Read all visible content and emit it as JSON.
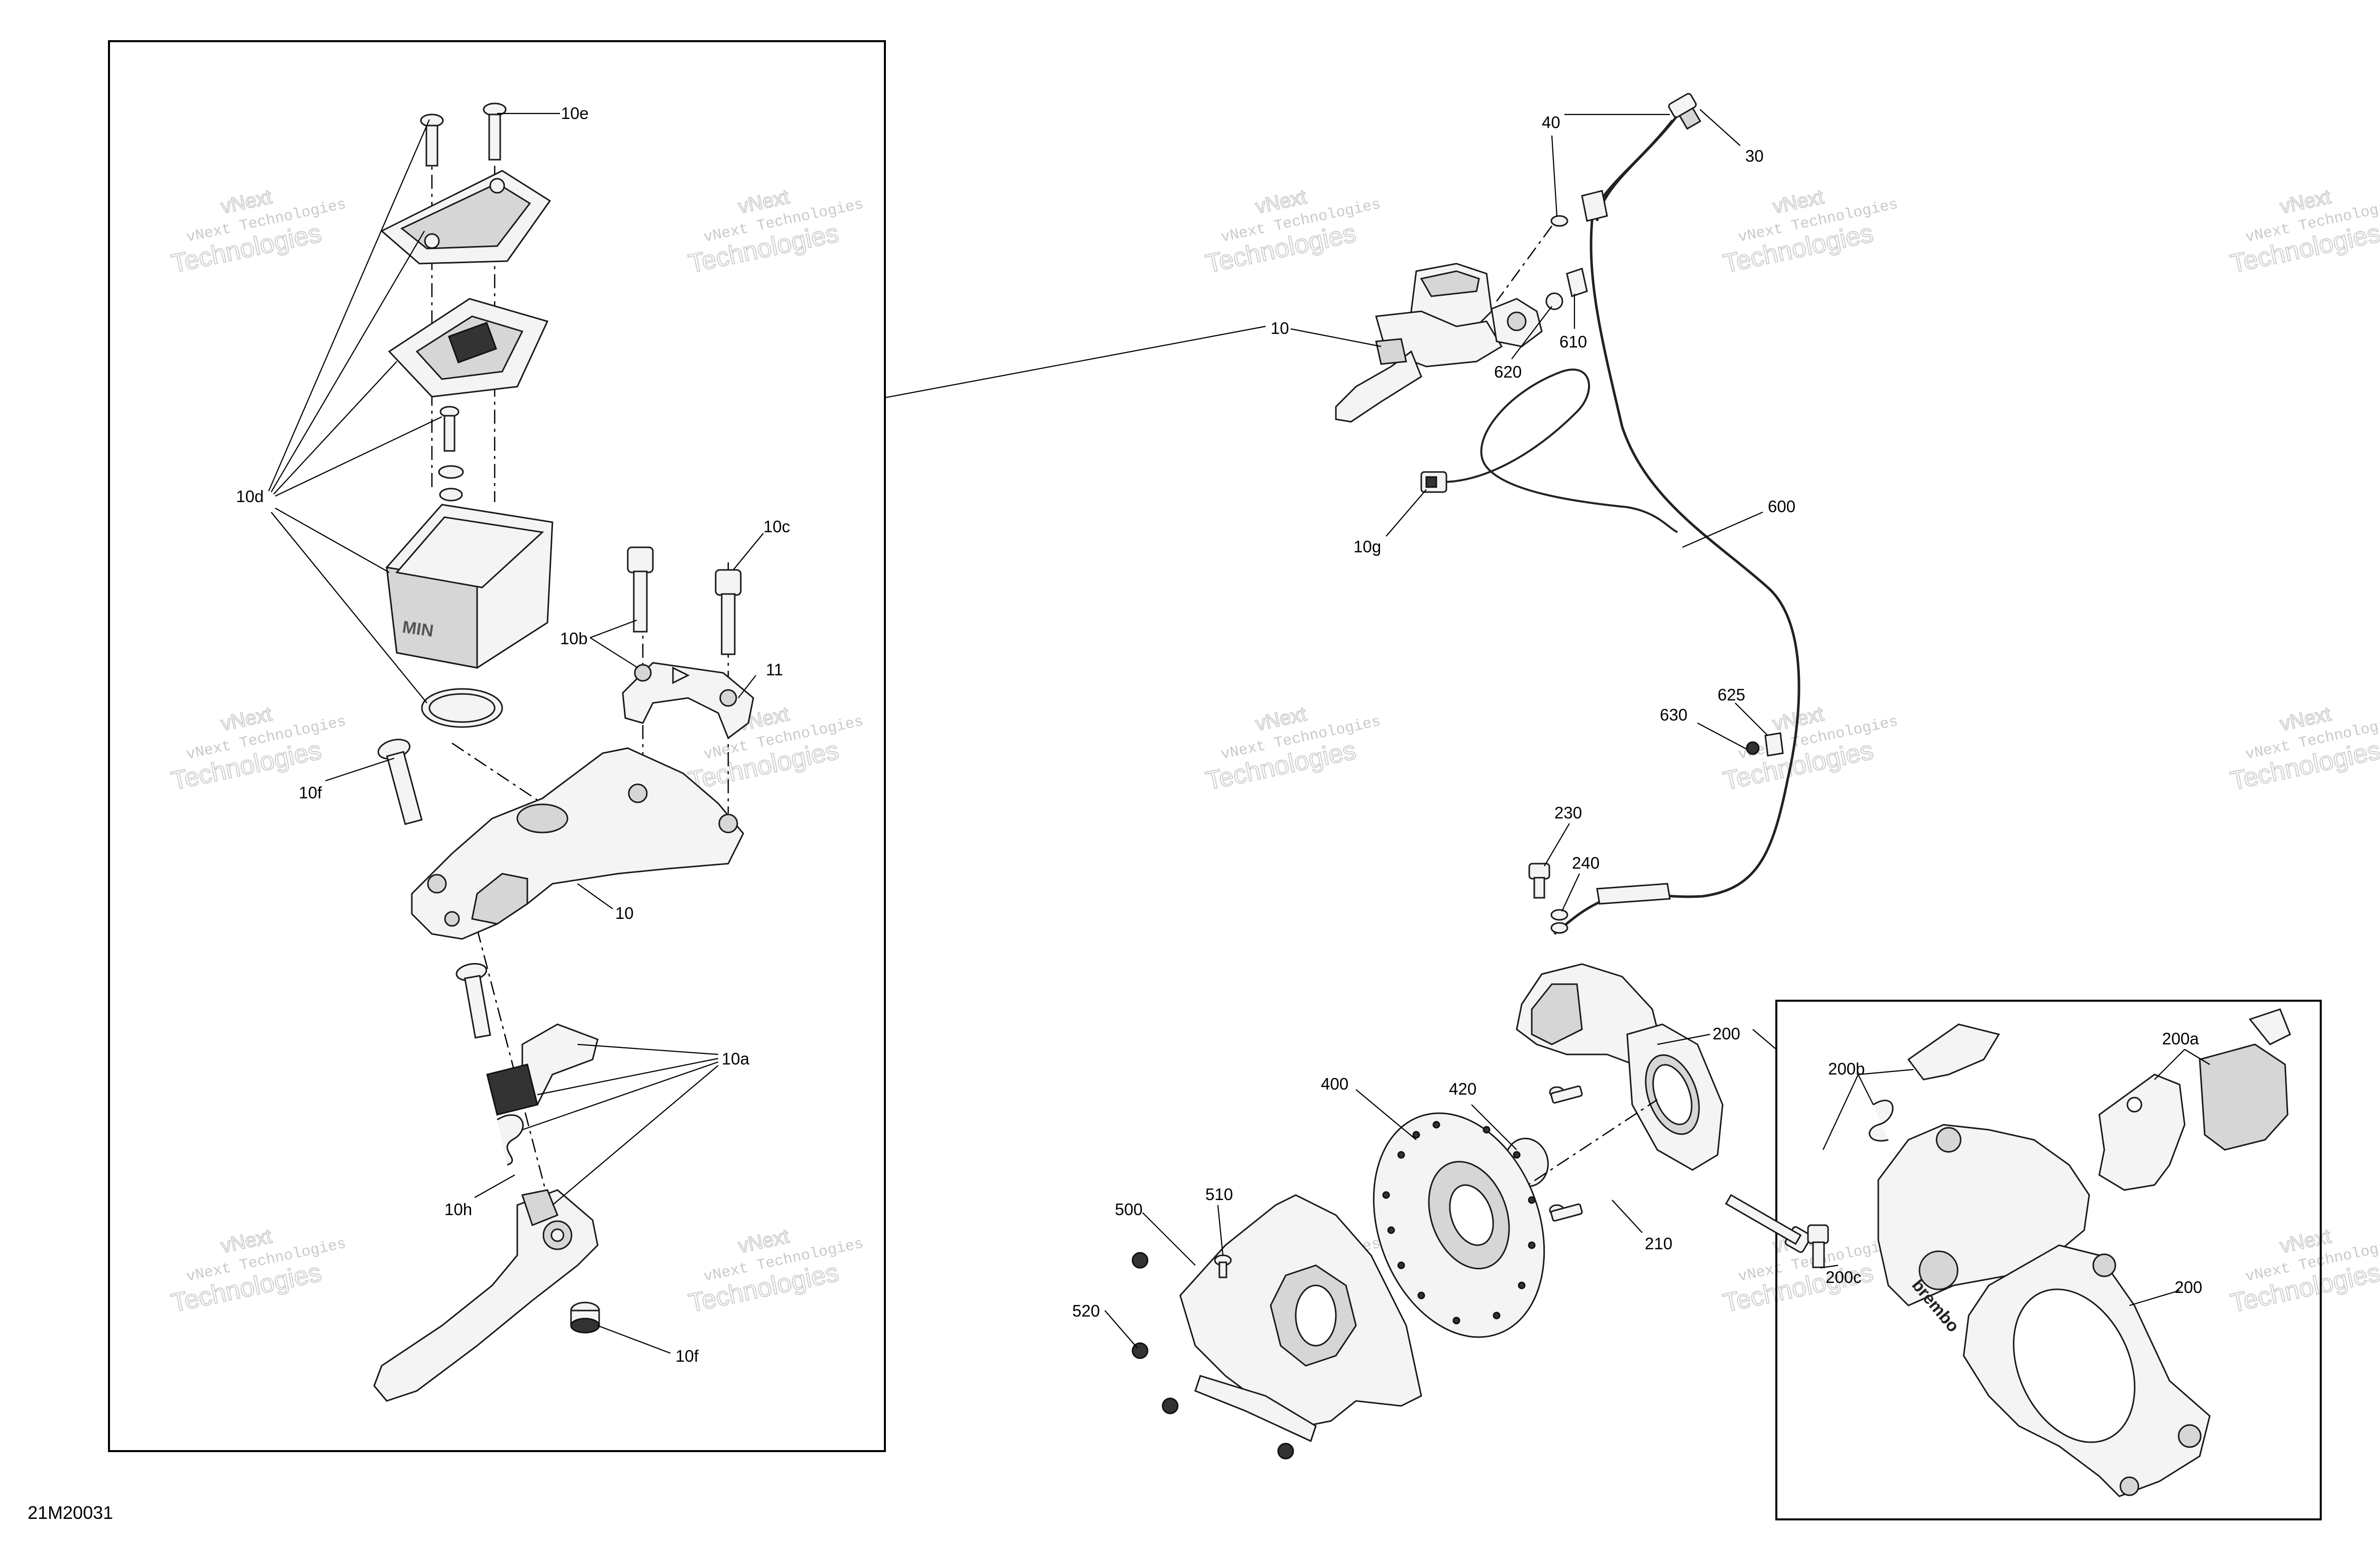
{
  "diagram_code": "21M20031",
  "watermark": {
    "line1": "vNext Technologies",
    "line2": "Technologies",
    "v_mark": "vNext"
  },
  "callouts": {
    "c10e": "10e",
    "c10d": "10d",
    "c10c": "10c",
    "c10b": "10b",
    "c11": "11",
    "c10f_top": "10f",
    "c10_detail": "10",
    "c10a": "10a",
    "c10h": "10h",
    "c10f_bottom": "10f",
    "c40": "40",
    "c30": "30",
    "c10_main": "10",
    "c620": "620",
    "c610": "610",
    "c600": "600",
    "c10g": "10g",
    "c625": "625",
    "c630": "630",
    "c230": "230",
    "c240": "240",
    "c200_main": "200",
    "c400": "400",
    "c420": "420",
    "c500": "500",
    "c510": "510",
    "c520": "520",
    "c210": "210",
    "c200b": "200b",
    "c200a": "200a",
    "c200c": "200c",
    "c200_detail": "200"
  },
  "brand_marks": {
    "caliper_brand": "brembo",
    "reservoir_brand": "MIN"
  }
}
